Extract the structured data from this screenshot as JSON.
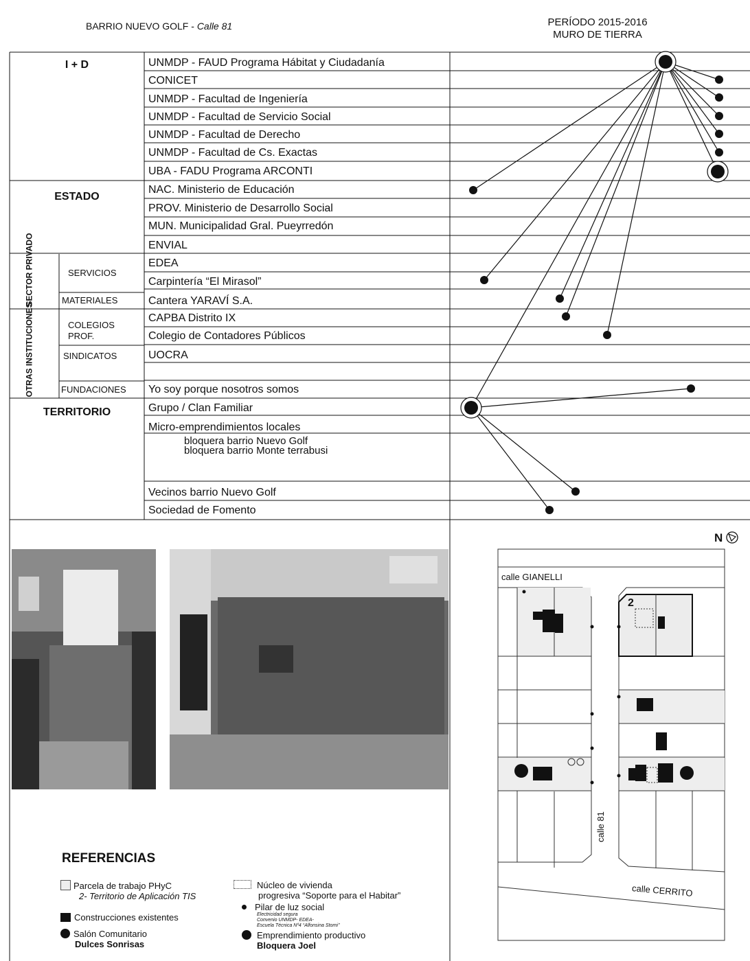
{
  "header": {
    "left_title": "BARRIO NUEVO GOLF - ",
    "left_sub": "Calle 81",
    "period": "PERÍODO 2015-2016",
    "project": "MURO DE TIERRA"
  },
  "sections": {
    "id": "I + D",
    "estado": "ESTADO",
    "sector_privado": "SECTOR PRIVADO",
    "otras": "OTRAS INSTITUCIONES",
    "territorio": "TERRITORIO"
  },
  "subsections": {
    "servicios": "SERVICIOS",
    "materiales": "MATERIALES",
    "colegios": "COLEGIOS",
    "colegios2": "PROF.",
    "sindicatos": "SINDICATOS",
    "fundaciones": "FUNDACIONES"
  },
  "orgs": [
    "UNMDP - FAUD Programa Hábitat y Ciudadanía",
    "CONICET",
    "UNMDP - Facultad de Ingeniería",
    "UNMDP - Facultad de Servicio Social",
    "UNMDP - Facultad de Derecho",
    "UNMDP - Facultad de Cs. Exactas",
    "UBA - FADU Programa ARCONTI",
    "NAC. Ministerio de Educación",
    "PROV. Ministerio de Desarrollo Social",
    "MUN. Municipalidad Gral. Pueyrredón",
    "ENVIAL",
    "EDEA",
    "Carpintería “El Mirasol”",
    "Cantera YARAVÍ S.A.",
    "CAPBA Distrito IX",
    "Colegio de Contadores Públicos",
    "UOCRA",
    "Yo soy porque nosotros somos",
    "Grupo / Clan Familiar",
    "Micro-emprendimientos locales",
    "bloquera barrio Nuevo Golf",
    "bloquera barrio Monte terrabusi",
    "Vecinos barrio Nuevo Golf",
    "Sociedad de Fomento"
  ],
  "references": {
    "title": "REFERENCIAS",
    "parcela": "Parcela de trabajo PHyC",
    "parcela_sub": "2- Territorio de Aplicación TIS",
    "construcciones": "Construcciones existentes",
    "salon": "Salón Comunitario",
    "salon_name": "Dulces Sonrisas",
    "nucleo": "Núcleo de vivienda",
    "nucleo_sub": "progresiva “Soporte para el Habitar”",
    "pilar": "Pilar de luz social",
    "pilar_s1": "Electricidad segura",
    "pilar_s2": "Convenio UNMDP- EDEA-",
    "pilar_s3": "Escuela Técnica Nº4 “Alfonsina Storni”",
    "empr": "Emprendimiento productivo",
    "empr_name": "Bloquera Joel"
  },
  "map": {
    "north": "N",
    "street_top": "calle GIANELLI",
    "street_side": "calle 81",
    "street_bottom": "calle CERRITO",
    "parcel_number": "2"
  },
  "colors": {
    "line": "#111111",
    "parcel_fill": "#eeeeee"
  }
}
